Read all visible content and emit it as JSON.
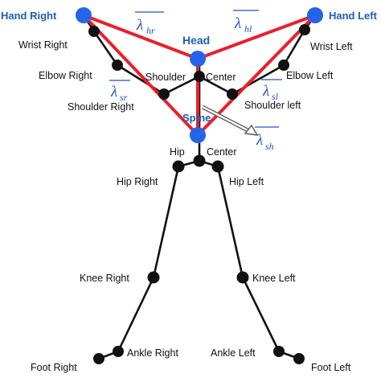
{
  "joints": {
    "hand_right": "Hand Right",
    "hand_left": "Hand Left",
    "head": "Head",
    "wrist_right": "Wrist Right",
    "wrist_left": "Wrist Left",
    "elbow_right": "Elbow Right",
    "elbow_left": "Elbow Left",
    "shoulder": "Shoulder",
    "center_shoulder": "Center",
    "shoulder_right": "Shoulder Right",
    "shoulder_left": "Shoulder left",
    "spine": "Spine",
    "hip": "Hip",
    "center_hip": "Center",
    "hip_right": "Hip Right",
    "hip_left": "Hip Left",
    "knee_right": "Knee Right",
    "knee_left": "Knee Left",
    "ankle_right": "Ankle Right",
    "ankle_left": "Ankle Left",
    "foot_right": "Foot Right",
    "foot_left": "Foot Left"
  },
  "vectors": {
    "symbol": "λ",
    "hr": "hr",
    "hl": "hl",
    "sr": "sr",
    "sl": "sl",
    "sh": "sh"
  },
  "colors": {
    "skeleton": "#111111",
    "vector": "#e8202a",
    "key_joint": "#2563eb",
    "label_blue": "#1a5fb4"
  }
}
